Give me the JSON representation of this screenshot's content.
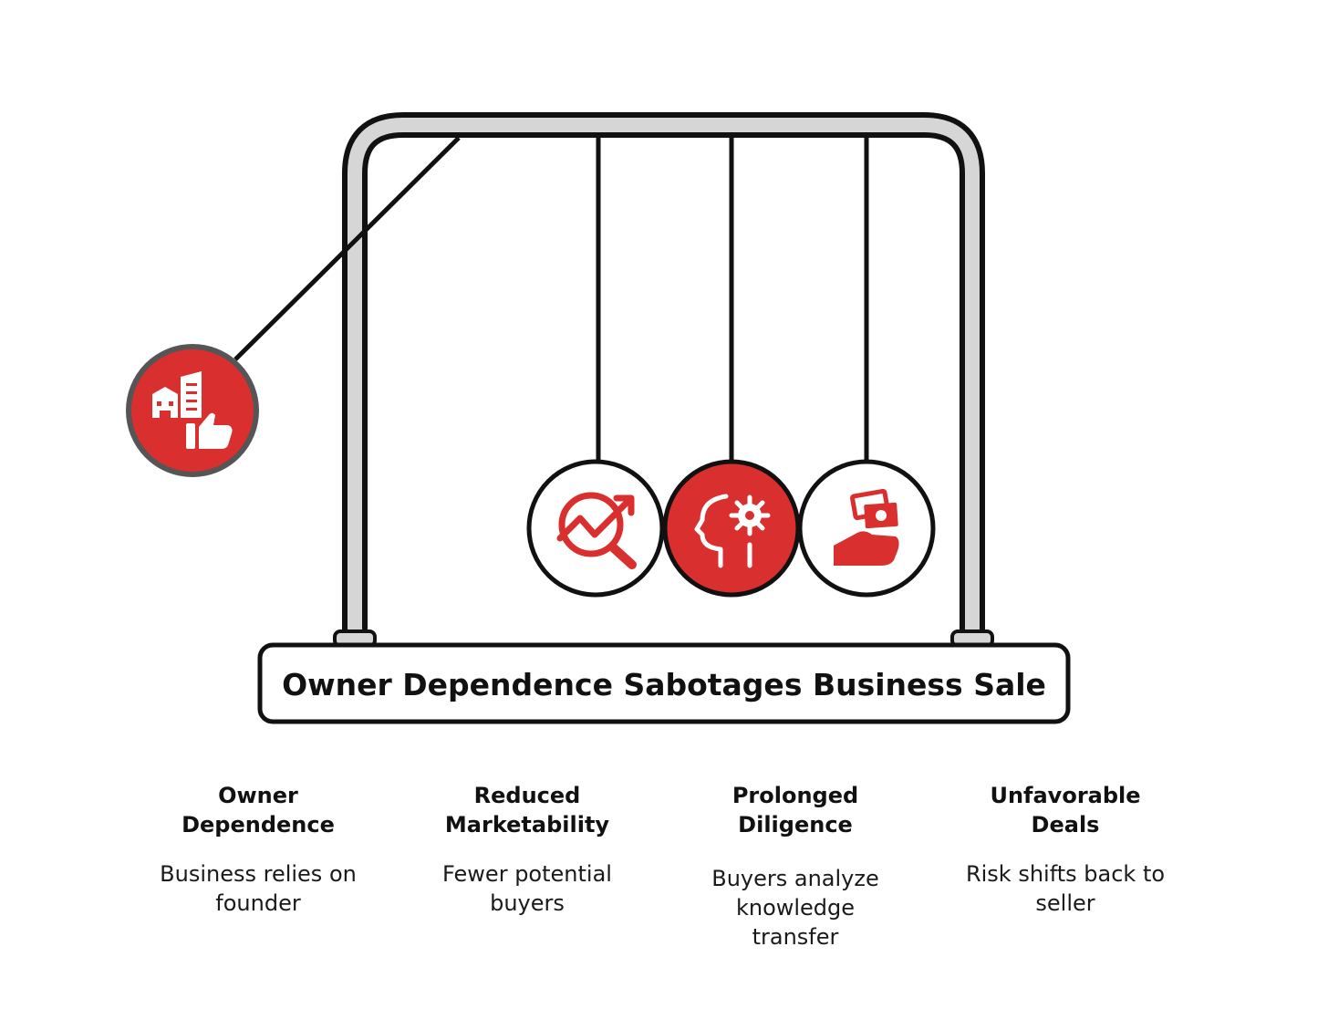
{
  "title": "Owner Dependence Sabotages Business Sale",
  "colors": {
    "accent": "#d9302f",
    "outline": "#111111",
    "frame_fill": "#d6d6d6"
  },
  "balls": [
    {
      "icon": "building-thumbs-up-icon",
      "fill": "red",
      "position": "raised-left"
    },
    {
      "icon": "chart-magnifier-icon",
      "fill": "white",
      "position": "hanging"
    },
    {
      "icon": "head-gear-icon",
      "fill": "red",
      "position": "hanging"
    },
    {
      "icon": "hand-money-icon",
      "fill": "white",
      "position": "hanging"
    }
  ],
  "steps": [
    {
      "title_line1": "Owner",
      "title_line2": "Dependence",
      "desc_line1": "Business relies on",
      "desc_line2": "founder"
    },
    {
      "title_line1": "Reduced",
      "title_line2": "Marketability",
      "desc_line1": "Fewer potential",
      "desc_line2": "buyers"
    },
    {
      "title_line1": "Prolonged",
      "title_line2": "Diligence",
      "desc_line1": "Buyers analyze",
      "desc_line2": "knowledge",
      "desc_line3": "transfer"
    },
    {
      "title_line1": "Unfavorable",
      "title_line2": "Deals",
      "desc_line1": "Risk shifts back to",
      "desc_line2": "seller"
    }
  ]
}
